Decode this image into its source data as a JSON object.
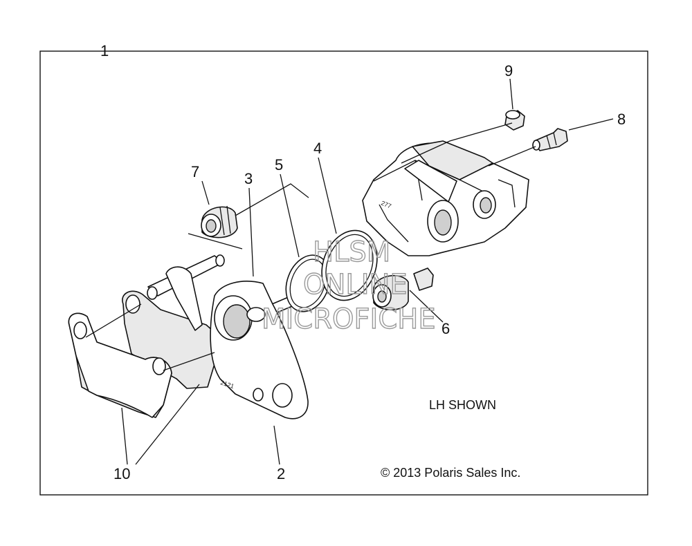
{
  "callouts": {
    "c1": "1",
    "c2": "2",
    "c3": "3",
    "c4": "4",
    "c5": "5",
    "c6": "6",
    "c7": "7",
    "c8": "8",
    "c9": "9",
    "c10": "10"
  },
  "notes": {
    "view": "LH SHOWN",
    "copyright": "© 2013 Polaris Sales Inc."
  },
  "stamps": {
    "bracket": "2121",
    "caliper": "277"
  },
  "watermark": {
    "line1": "HLSM",
    "line2": "ONLINE",
    "line3": "MICROFICHE"
  }
}
